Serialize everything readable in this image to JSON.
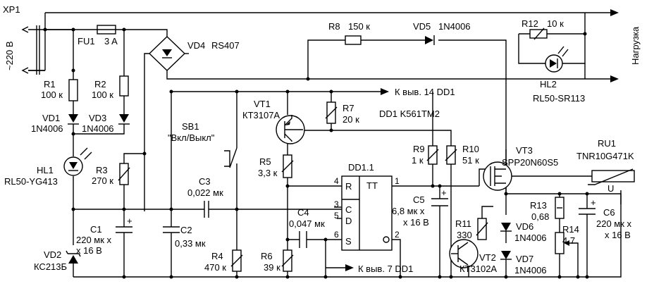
{
  "connector": {
    "ref": "XP1",
    "mains": "~220 В"
  },
  "load_label": "Нагрузка",
  "notes": {
    "to_pin14": "К выв. 14 DD1",
    "to_pin7": "К выв. 7 DD1",
    "dd1": "DD1 K561TM2"
  },
  "ic": {
    "ref": "DD1.1",
    "type": "TT",
    "pins_left": [
      "4",
      "3",
      "5",
      "6"
    ],
    "pins_right": [
      "1",
      "2"
    ],
    "labels": [
      "R",
      "C",
      "D",
      "S"
    ]
  },
  "components": {
    "FU1": {
      "ref": "FU1",
      "value": "3 A"
    },
    "VD4": {
      "ref": "VD4",
      "value": "RS407"
    },
    "R8": {
      "ref": "R8",
      "value": "150 к"
    },
    "VD5": {
      "ref": "VD5",
      "value": "1N4006"
    },
    "R12": {
      "ref": "R12",
      "value": "10 к"
    },
    "HL2": {
      "ref": "HL2",
      "value": "RL50-SR113"
    },
    "R1": {
      "ref": "R1",
      "value": "100 к"
    },
    "R2": {
      "ref": "R2",
      "value": "100 к"
    },
    "VD1": {
      "ref": "VD1",
      "value": "1N4006"
    },
    "VD3": {
      "ref": "VD3",
      "value": "1N4006"
    },
    "HL1": {
      "ref": "HL1",
      "value": "RL50-YG413"
    },
    "R3": {
      "ref": "R3",
      "value": "270 к"
    },
    "C1": {
      "ref": "C1",
      "value": "220 мк х",
      "value2": "х 16 В"
    },
    "VD2": {
      "ref": "VD2",
      "value": "КС213Б"
    },
    "SB1": {
      "ref": "SB1",
      "value": "\"Вкл/Выкл\""
    },
    "C2": {
      "ref": "C2",
      "value": "0,33 мк"
    },
    "C3": {
      "ref": "C3",
      "value": "0,022 мк"
    },
    "R4": {
      "ref": "R4",
      "value": "470 к"
    },
    "VT1": {
      "ref": "VT1",
      "value": "КТ3107А"
    },
    "R5": {
      "ref": "R5",
      "value": "3,3 к"
    },
    "R7": {
      "ref": "R7",
      "value": "20 к"
    },
    "C4": {
      "ref": "C4",
      "value": "0,047 мк"
    },
    "R6": {
      "ref": "R6",
      "value": "39 к"
    },
    "R9": {
      "ref": "R9",
      "value": "1 к"
    },
    "R10": {
      "ref": "R10",
      "value": "51 к"
    },
    "C5": {
      "ref": "C5",
      "value": "6,8 мк х",
      "value2": "х 16 В"
    },
    "VT3": {
      "ref": "VT3",
      "value": "SPP20N60S5"
    },
    "RU1": {
      "ref": "RU1",
      "value": "TNR10G471K",
      "value2": "U"
    },
    "R11": {
      "ref": "R11",
      "value": "330"
    },
    "VT2": {
      "ref": "VT2",
      "value": "КТ3102А"
    },
    "VD6": {
      "ref": "VD6",
      "value": "1N4006"
    },
    "VD7": {
      "ref": "VD7",
      "value": "1N4006"
    },
    "R13": {
      "ref": "R13",
      "value": "0,68"
    },
    "R14": {
      "ref": "R14",
      "value": "4,7"
    },
    "C6": {
      "ref": "C6",
      "value": "220 мк х",
      "value2": "х 16 В"
    }
  }
}
